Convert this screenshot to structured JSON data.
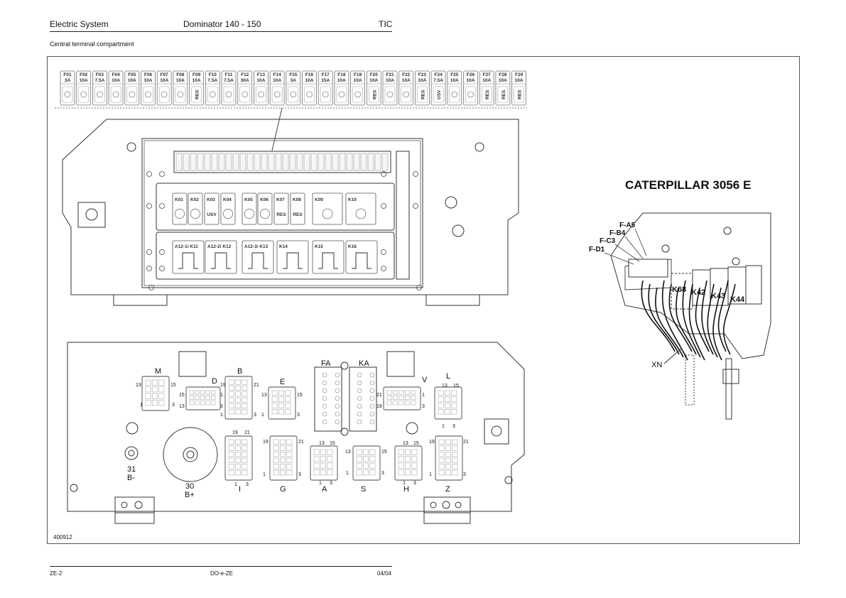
{
  "header": {
    "section": "Electric System",
    "model": "Dominator 140 - 150",
    "doc": "TIC"
  },
  "subtitle": "Central terminal compartment",
  "figure_id": "400912",
  "footer": {
    "left": "ZE-2",
    "center": "DO-e-ZE",
    "right": "04/04"
  },
  "fuses": [
    {
      "id": "F01",
      "rating": "3A"
    },
    {
      "id": "F02",
      "rating": "10A"
    },
    {
      "id": "F03",
      "rating": "7.5A"
    },
    {
      "id": "F04",
      "rating": "10A"
    },
    {
      "id": "F05",
      "rating": "10A"
    },
    {
      "id": "F06",
      "rating": "10A"
    },
    {
      "id": "F07",
      "rating": "10A"
    },
    {
      "id": "F08",
      "rating": "10A"
    },
    {
      "id": "F09",
      "rating": "10A"
    },
    {
      "id": "F10",
      "rating": "7.5A"
    },
    {
      "id": "F11",
      "rating": "7.5A"
    },
    {
      "id": "F12",
      "rating": "30A"
    },
    {
      "id": "F13",
      "rating": "10A"
    },
    {
      "id": "F14",
      "rating": "10A"
    },
    {
      "id": "F15",
      "rating": "3A"
    },
    {
      "id": "F16",
      "rating": "10A"
    },
    {
      "id": "F17",
      "rating": "15A"
    },
    {
      "id": "F18",
      "rating": "10A"
    },
    {
      "id": "F19",
      "rating": "10A"
    },
    {
      "id": "F20",
      "rating": "10A"
    },
    {
      "id": "F21",
      "rating": "10A"
    },
    {
      "id": "F22",
      "rating": "10A"
    },
    {
      "id": "F23",
      "rating": "10A"
    },
    {
      "id": "F24",
      "rating": "7.5A"
    },
    {
      "id": "F25",
      "rating": "10A"
    },
    {
      "id": "F26",
      "rating": "10A"
    },
    {
      "id": "F27",
      "rating": "10A"
    },
    {
      "id": "F28",
      "rating": "10A"
    },
    {
      "id": "F29",
      "rating": "10A"
    }
  ],
  "fuse_symbols": [
    "",
    "",
    "",
    "",
    "",
    "",
    "",
    "",
    "RES",
    "",
    "",
    "",
    "",
    "",
    "",
    "",
    "",
    "",
    "",
    "RES",
    "",
    "",
    "RES",
    "USV",
    "",
    "",
    "RES",
    "RES",
    "RES"
  ],
  "relays_top": [
    "K01",
    "K02",
    "K03",
    "K04",
    "K05",
    "K06",
    "K07",
    "K08",
    "K09",
    "K10"
  ],
  "relay_symbols": [
    "",
    "",
    "USV",
    "",
    "",
    "",
    "RES",
    "RES",
    "",
    ""
  ],
  "relays_bottom": [
    "A12-1/ K11",
    "A12-2/ K12",
    "A12-3/ K13",
    "K14",
    "K15",
    "K16"
  ],
  "connectors": {
    "M": "M",
    "D": "D",
    "B": "B",
    "E": "E",
    "FA": "FA",
    "KA": "KA",
    "V": "V",
    "L": "L",
    "I": "I",
    "G": "G",
    "A": "A",
    "S": "S",
    "H": "H",
    "Z": "Z"
  },
  "pins": {
    "p1": "1",
    "p3": "3",
    "p13": "13",
    "p15": "15",
    "p19": "19",
    "p21": "21"
  },
  "terminals": {
    "t31": "31",
    "t31b": "B-",
    "t30": "30",
    "t30b": "B+"
  },
  "engine": {
    "title": "CATERPILLAR 3056 E",
    "fuses": [
      "F-A5",
      "F-B4",
      "F-C3",
      "F-D1"
    ],
    "relays": [
      "K68",
      "K42",
      "K43",
      "K44"
    ],
    "xn": "XN"
  }
}
